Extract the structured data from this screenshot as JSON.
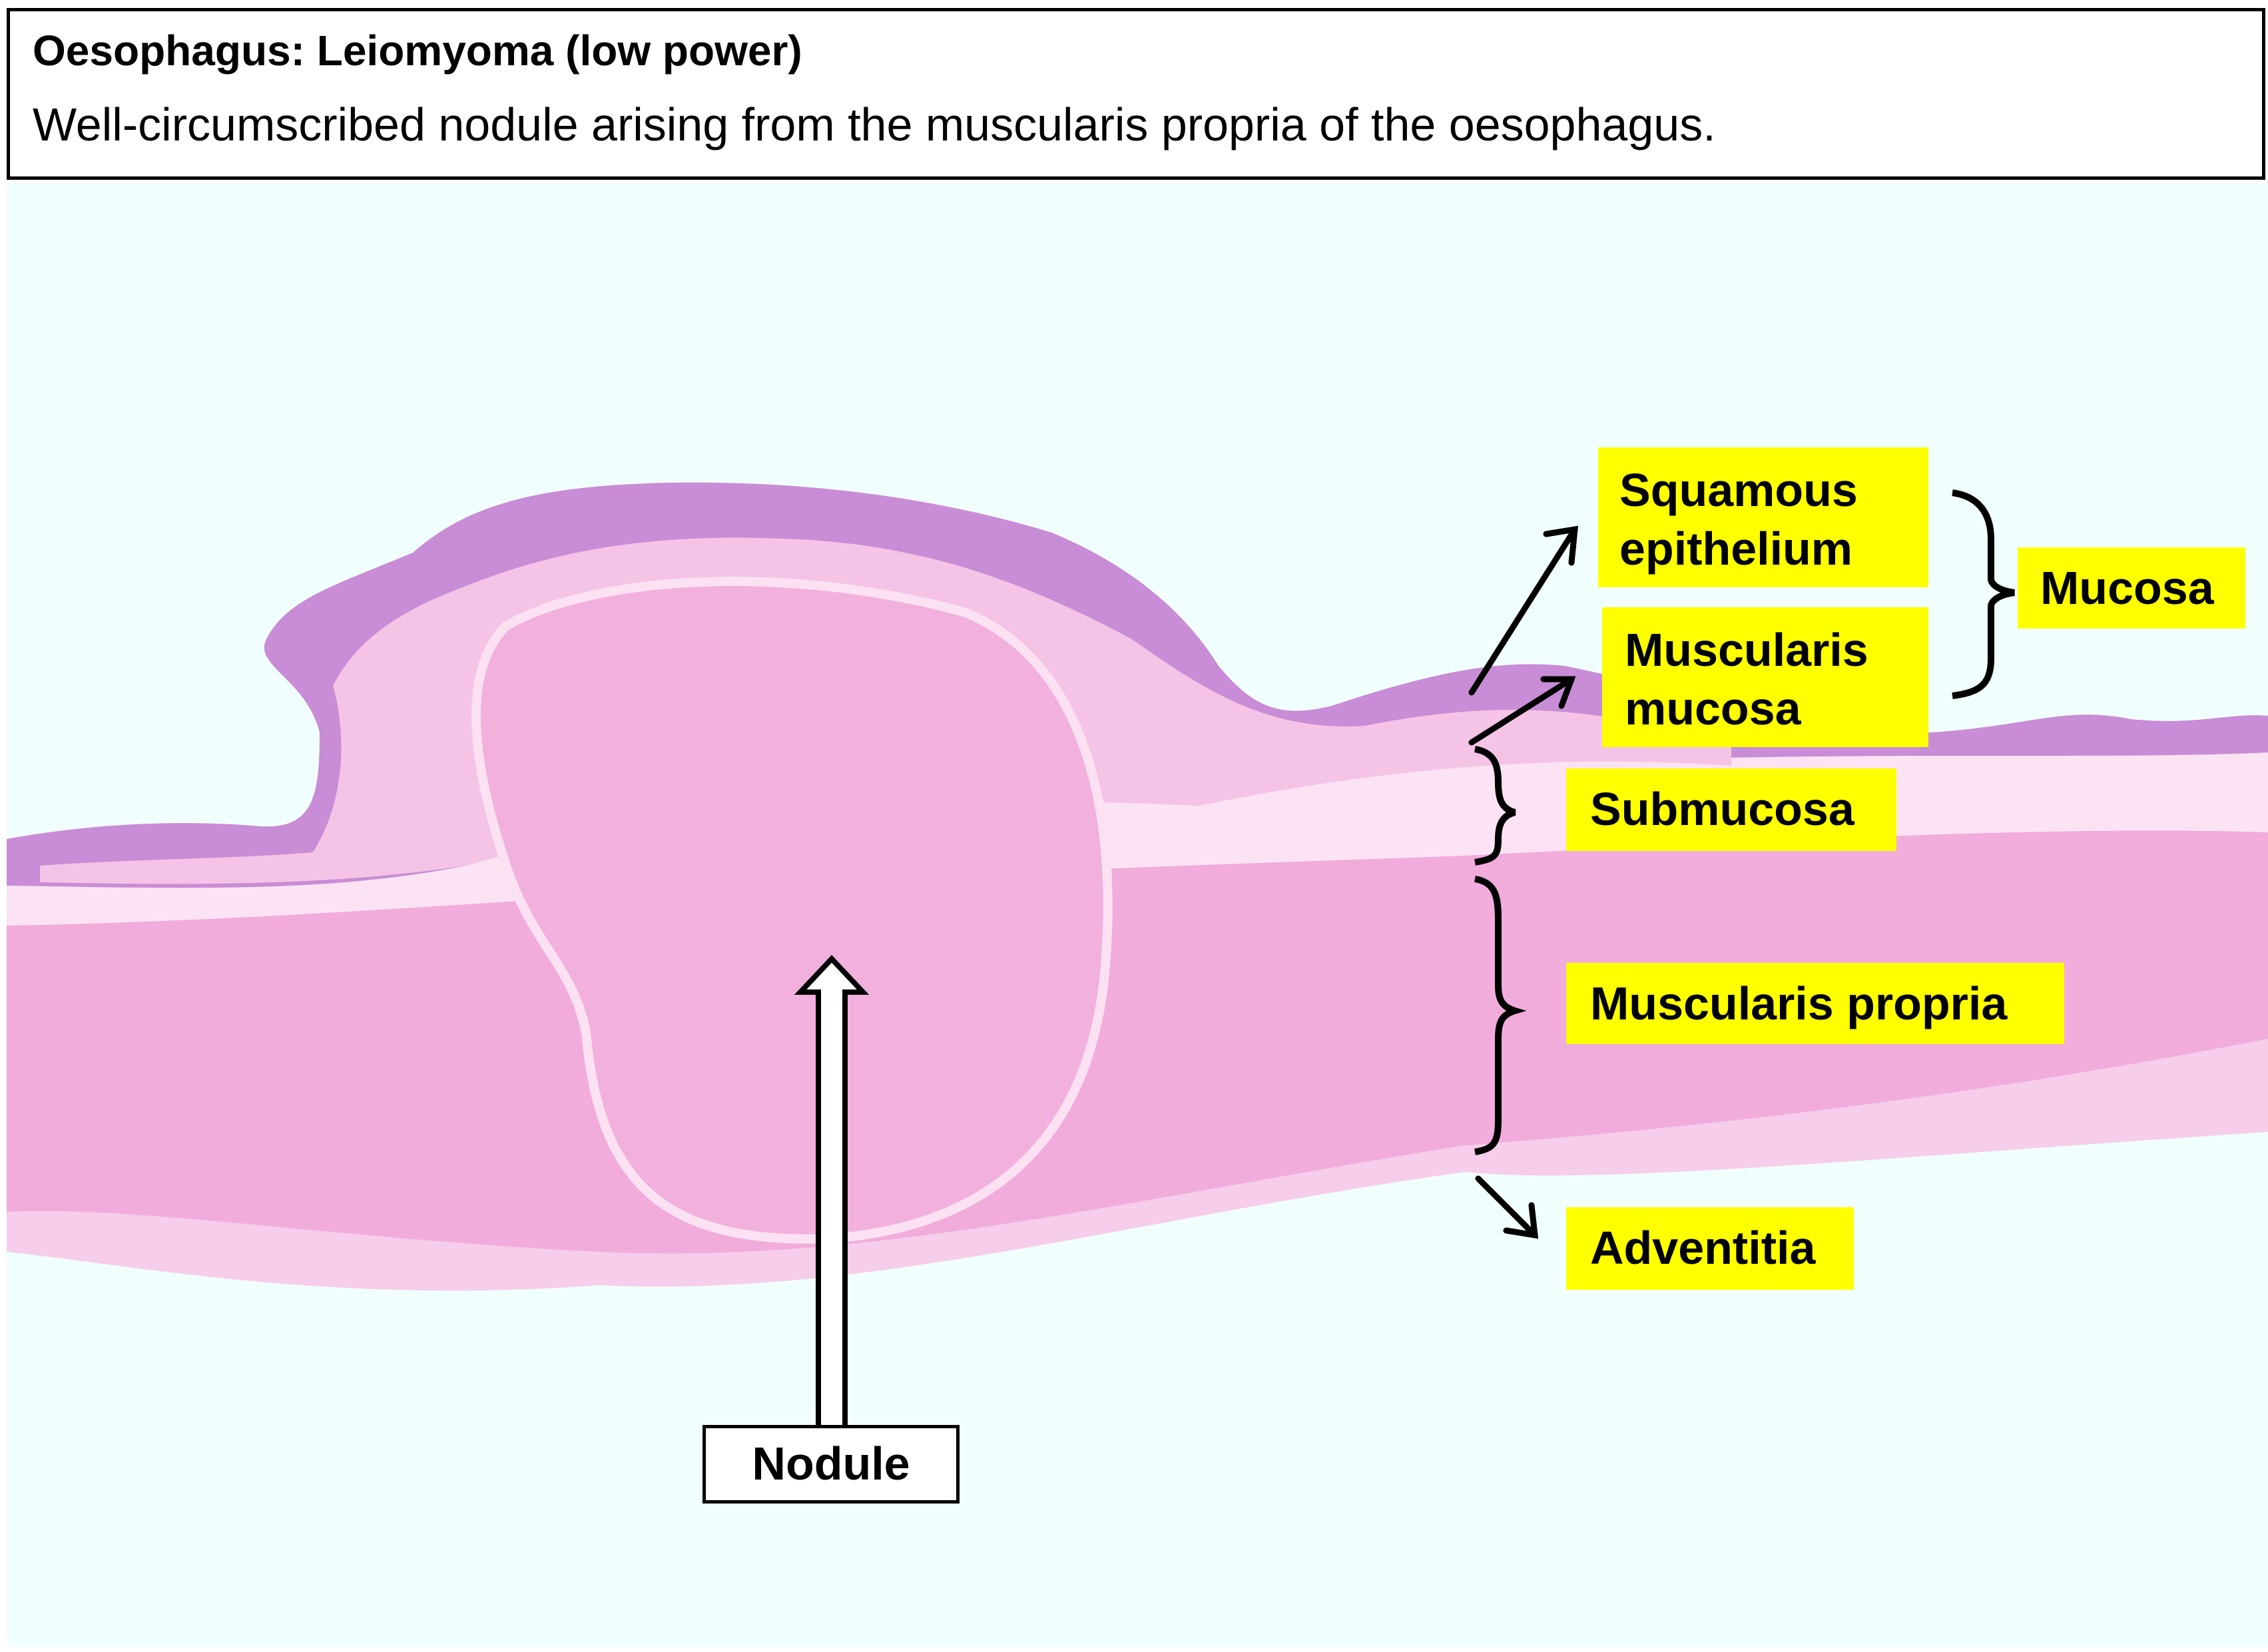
{
  "header": {
    "title": "Oesophagus: Leiomyoma (low power)",
    "description": "Well-circumscribed nodule arising from the muscularis propria of the oesophagus."
  },
  "labels": {
    "squamous_epithelium": "Squamous epithelium",
    "muscularis_mucosa": "Muscularis mucosa",
    "mucosa": "Mucosa",
    "submucosa": "Submucosa",
    "muscularis_propria": "Muscularis propria",
    "adventitia": "Adventitia",
    "nodule": "Nodule"
  },
  "colors": {
    "label_bg": "#ffff00",
    "background": "#f0fefe",
    "tissue_pink": "#f0a6dc",
    "epithelium_purple": "#c487d0"
  }
}
